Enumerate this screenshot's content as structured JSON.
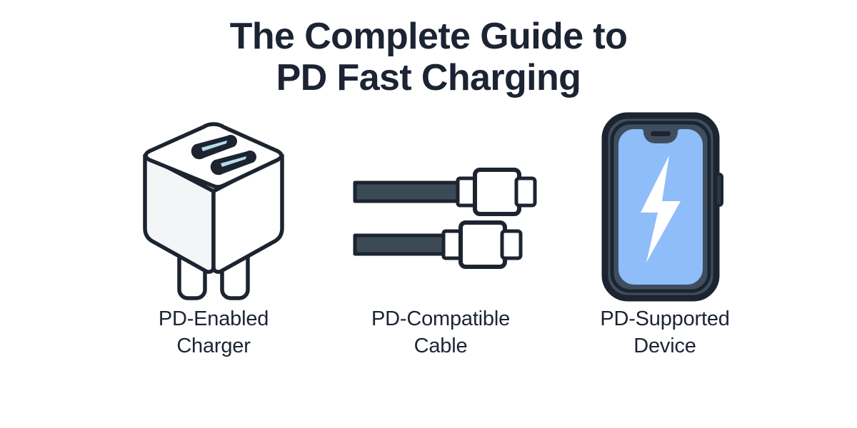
{
  "page": {
    "background_color": "#ffffff",
    "type": "infographic"
  },
  "title": {
    "line1": "The Complete Guide to",
    "line2": "PD Fast Charging",
    "color": "#1c2433"
  },
  "items": [
    {
      "id": "charger",
      "icon": "wall-charger-icon",
      "label": "PD-Enabled\nCharger",
      "label_line1": "PD-Enabled",
      "label_line2": "Charger",
      "colors": {
        "body": "#ffffff",
        "body_shade": "#f4f5f7",
        "outline": "#1c2430",
        "port_slot": "#1c2430",
        "port_accent": "#b7dcec"
      },
      "port_count": 2,
      "prong_count": 2
    },
    {
      "id": "cable",
      "icon": "usb-c-cable-icon",
      "label": "PD-Compatible\nCable",
      "label_line1": "PD-Compatible",
      "label_line2": "Cable",
      "colors": {
        "cord": "#3c4a55",
        "connector": "#ffffff",
        "outline": "#1c2430"
      },
      "cable_count": 2
    },
    {
      "id": "device",
      "icon": "smartphone-charging-icon",
      "label": "PD-Supported\nDevice",
      "label_line1": "PD-Supported",
      "label_line2": "Device",
      "colors": {
        "frame_outline": "#1c2430",
        "bezel": "#3f4e5e",
        "screen": "#8fbdfa",
        "bolt": "#ffffff"
      },
      "screen_symbol": "lightning-bolt"
    }
  ]
}
